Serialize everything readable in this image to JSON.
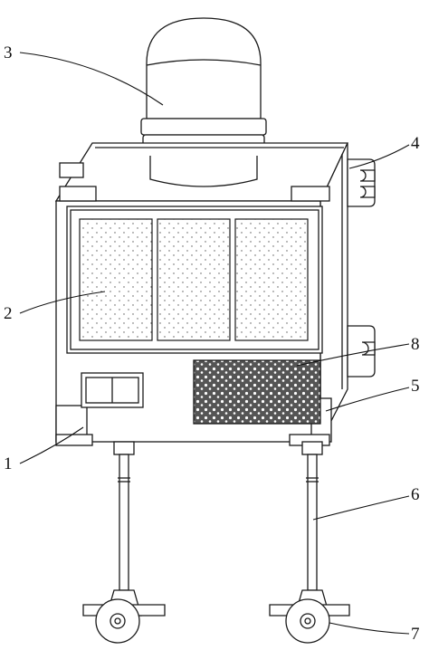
{
  "figure": {
    "kind": "patent-line-drawing",
    "callouts": [
      {
        "id": "label-1",
        "text": "1",
        "part": "housing-body"
      },
      {
        "id": "label-2",
        "text": "2",
        "part": "solar-panel"
      },
      {
        "id": "label-3",
        "text": "3",
        "part": "warning-lamp-dome"
      },
      {
        "id": "label-4",
        "text": "4",
        "part": "upper-mounting-bracket"
      },
      {
        "id": "label-5",
        "text": "5",
        "part": "corner-clamp"
      },
      {
        "id": "label-6",
        "text": "6",
        "part": "support-leg"
      },
      {
        "id": "label-7",
        "text": "7",
        "part": "caster-wheel"
      },
      {
        "id": "label-8",
        "text": "8",
        "part": "speaker-grille"
      }
    ]
  }
}
